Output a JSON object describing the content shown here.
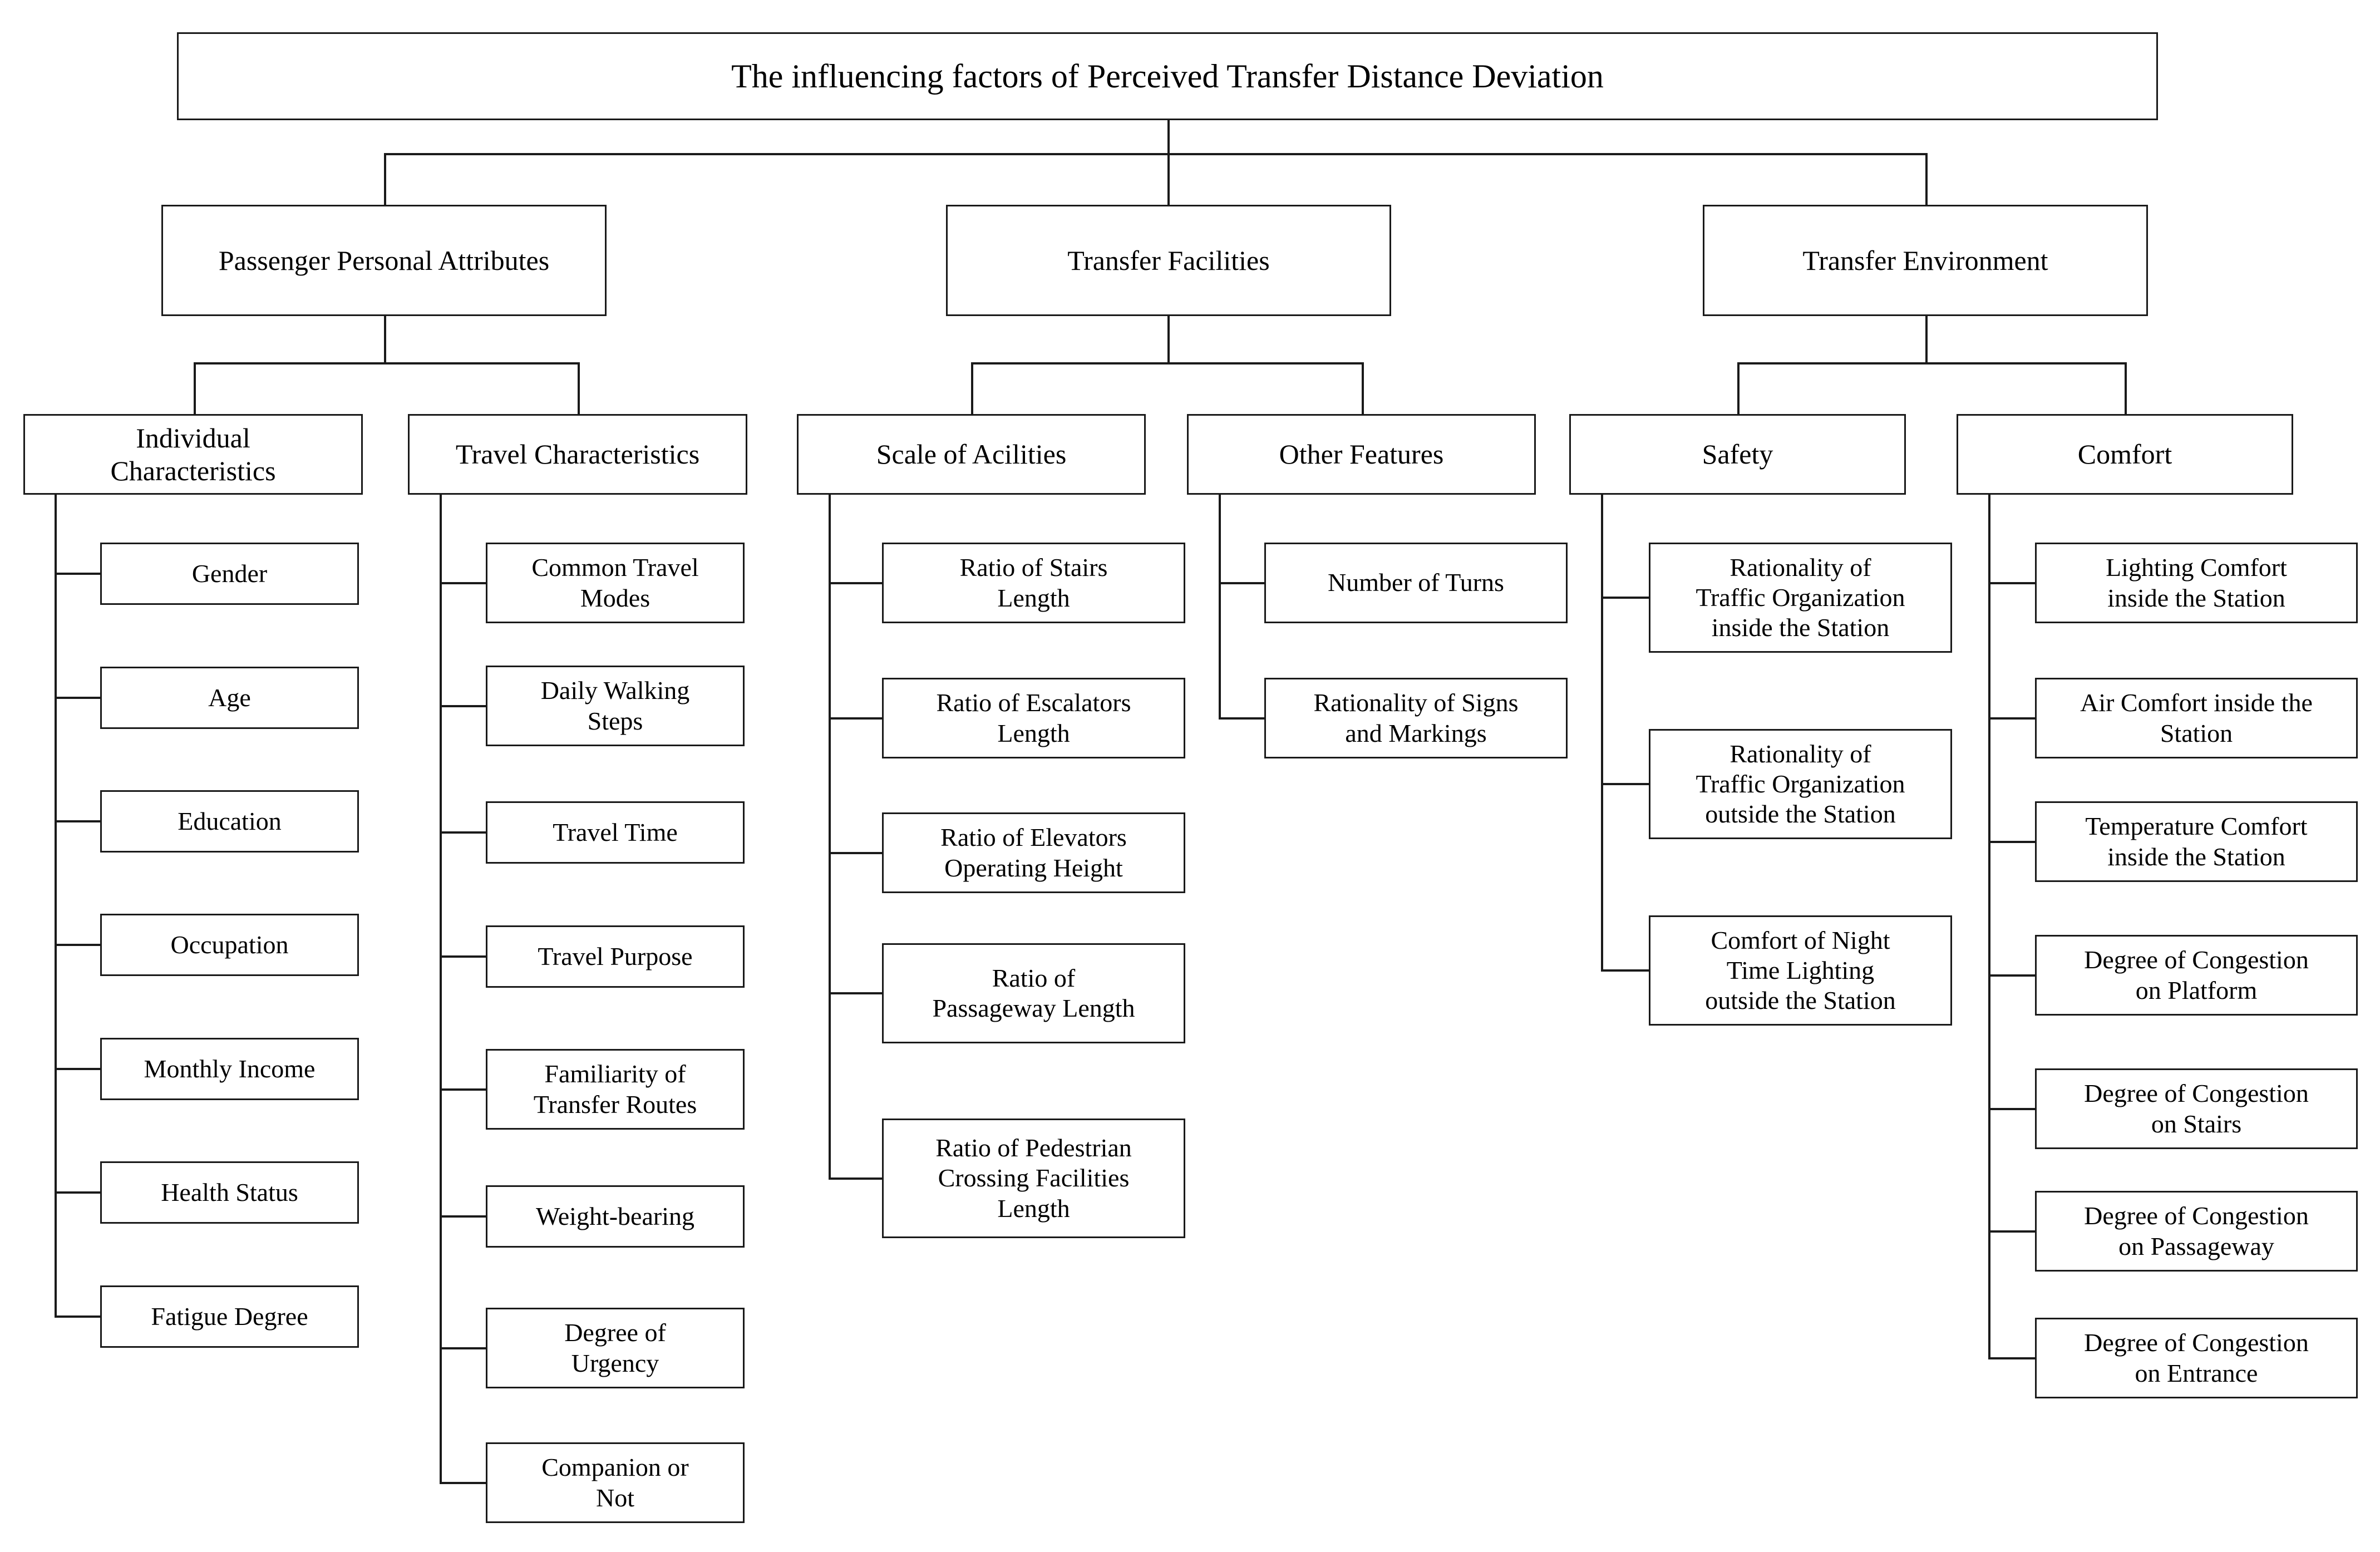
{
  "diagram": {
    "title": "The influencing factors of Perceived Transfer Distance Deviation",
    "categories": [
      {
        "label": "Passenger Personal Attributes",
        "groups": [
          {
            "label": "Individual\nCharacteristics",
            "items": [
              "Gender",
              "Age",
              "Education",
              "Occupation",
              "Monthly Income",
              "Health Status",
              "Fatigue Degree"
            ]
          },
          {
            "label": "Travel Characteristics",
            "items": [
              "Common Travel\nModes",
              "Daily Walking\nSteps",
              "Travel Time",
              "Travel Purpose",
              "Familiarity of\nTransfer Routes",
              "Weight-bearing",
              "Degree of\nUrgency",
              "Companion or\nNot"
            ]
          }
        ]
      },
      {
        "label": "Transfer Facilities",
        "groups": [
          {
            "label": "Scale of Acilities",
            "items": [
              "Ratio of Stairs\nLength",
              "Ratio of Escalators\nLength",
              "Ratio of Elevators\nOperating Height",
              "Ratio of\nPassageway Length",
              "Ratio of Pedestrian\nCrossing Facilities\nLength"
            ]
          },
          {
            "label": "Other Features",
            "items": [
              "Number of Turns",
              "Rationality of Signs\nand Markings"
            ]
          }
        ]
      },
      {
        "label": "Transfer Environment",
        "groups": [
          {
            "label": "Safety",
            "items": [
              "Rationality of\nTraffic Organization\ninside the Station",
              "Rationality of\nTraffic Organization\noutside the Station",
              "Comfort of Night\nTime Lighting\noutside the Station"
            ]
          },
          {
            "label": "Comfort",
            "items": [
              "Lighting Comfort\ninside the Station",
              "Air Comfort inside the\nStation",
              "Temperature Comfort\ninside the Station",
              "Degree of Congestion\non Platform",
              "Degree of Congestion\non Stairs",
              "Degree of Congestion\non Passageway",
              "Degree of Congestion\non Entrance"
            ]
          }
        ]
      }
    ],
    "colors": {
      "line": "#1a1a1a",
      "box_fill": "#ffffff",
      "text": "#000000"
    }
  }
}
